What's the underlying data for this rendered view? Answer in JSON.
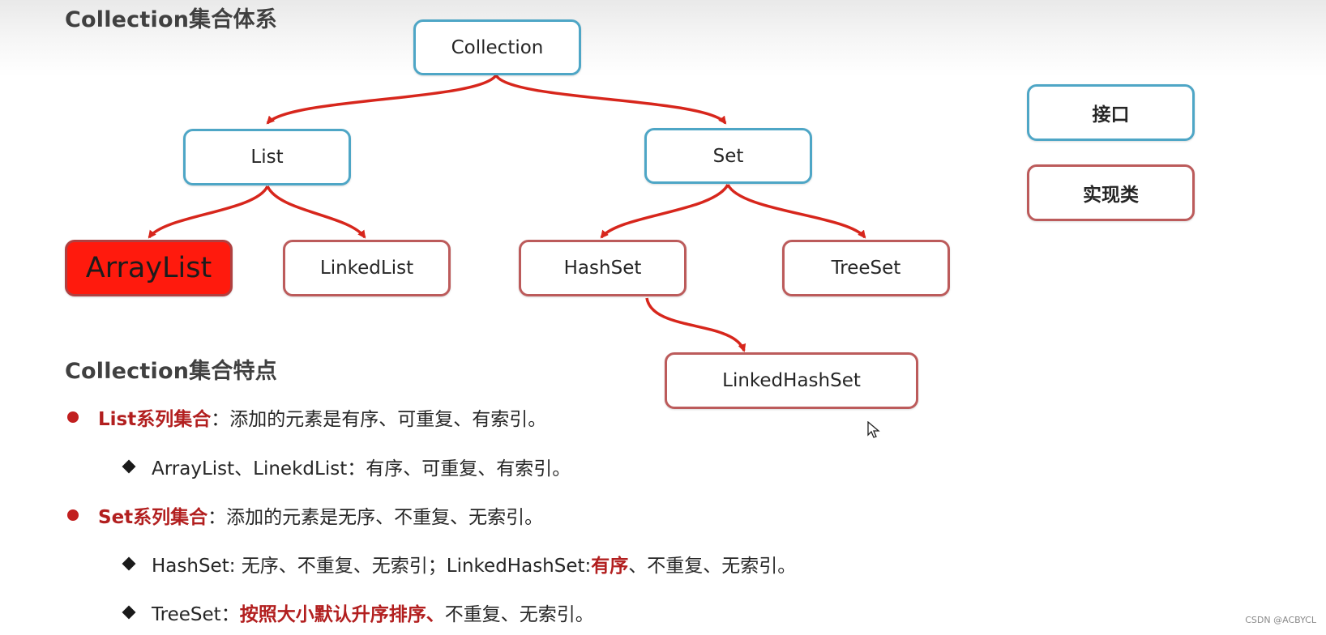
{
  "colors": {
    "interface_border": "#4ea6c6",
    "impl_border": "#bc5b5b",
    "arrow": "#d7261c",
    "highlight_fill": "#ff1a0d",
    "emphasis_text": "#b21f1f"
  },
  "title": "Collection集合体系",
  "diagram": {
    "nodes": {
      "collection": "Collection",
      "list": "List",
      "set": "Set",
      "arraylist": "ArrayList",
      "linkedlist": "LinkedList",
      "hashset": "HashSet",
      "treeset": "TreeSet",
      "linkedhashset": "LinkedHashSet"
    },
    "edges": [
      [
        "Collection",
        "List"
      ],
      [
        "Collection",
        "Set"
      ],
      [
        "List",
        "ArrayList"
      ],
      [
        "List",
        "LinkedList"
      ],
      [
        "Set",
        "HashSet"
      ],
      [
        "Set",
        "TreeSet"
      ],
      [
        "HashSet",
        "LinkedHashSet"
      ]
    ]
  },
  "legend": {
    "interface": "接口",
    "implementation": "实现类"
  },
  "features": {
    "heading": "Collection集合特点",
    "list_label": "List系列集合",
    "list_desc": "：添加的元素是有序、可重复、有索引。",
    "list_sub": "ArrayList、LinekdList：有序、可重复、有索引。",
    "set_label": "Set系列集合",
    "set_desc": "：添加的元素是无序、不重复、无索引。",
    "hashset_pre": "HashSet: 无序、不重复、无索引；LinkedHashSet: ",
    "hashset_em": "有序",
    "hashset_post": "、不重复、无索引。",
    "treeset_pre": "TreeSet：",
    "treeset_em": "按照大小默认升序排序、",
    "treeset_post": "不重复、无索引。"
  },
  "watermark": "CSDN @ACBYCL"
}
